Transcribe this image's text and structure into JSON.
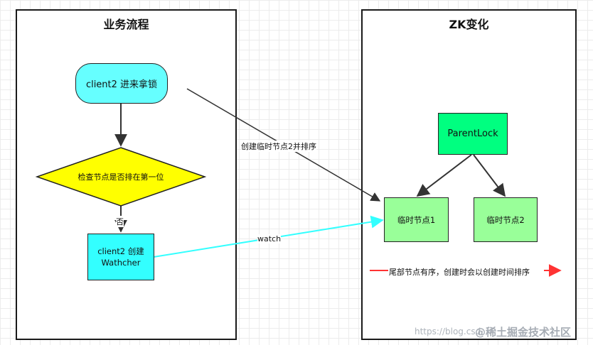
{
  "left_panel": {
    "title": "业务流程"
  },
  "right_panel": {
    "title": "ZK变化"
  },
  "nodes": {
    "client_enter": "client2 进来拿锁",
    "check_node": "检查节点是否排在第一位",
    "create_watcher_line1": "client2 创建",
    "create_watcher_line2": "Wathcher",
    "parent_lock": "ParentLock",
    "temp_node_1": "临时节点1",
    "temp_node_2": "临时节点2"
  },
  "edge_labels": {
    "no": "否",
    "create_sort": "创建临时节点2并排序",
    "watch": "watch"
  },
  "legend": {
    "text": "尾部节点有序，创建时会以创建时间排序"
  },
  "watermark": {
    "url": "https://blog.csd",
    "brand": "@稀土掘金技术社区"
  },
  "colors": {
    "cyan": "#66ffff",
    "yellow": "#ffff00",
    "green_dark": "#00ff80",
    "green_light": "#99ff99",
    "watch_line": "#33ffff",
    "legend_red": "#ff3333"
  }
}
